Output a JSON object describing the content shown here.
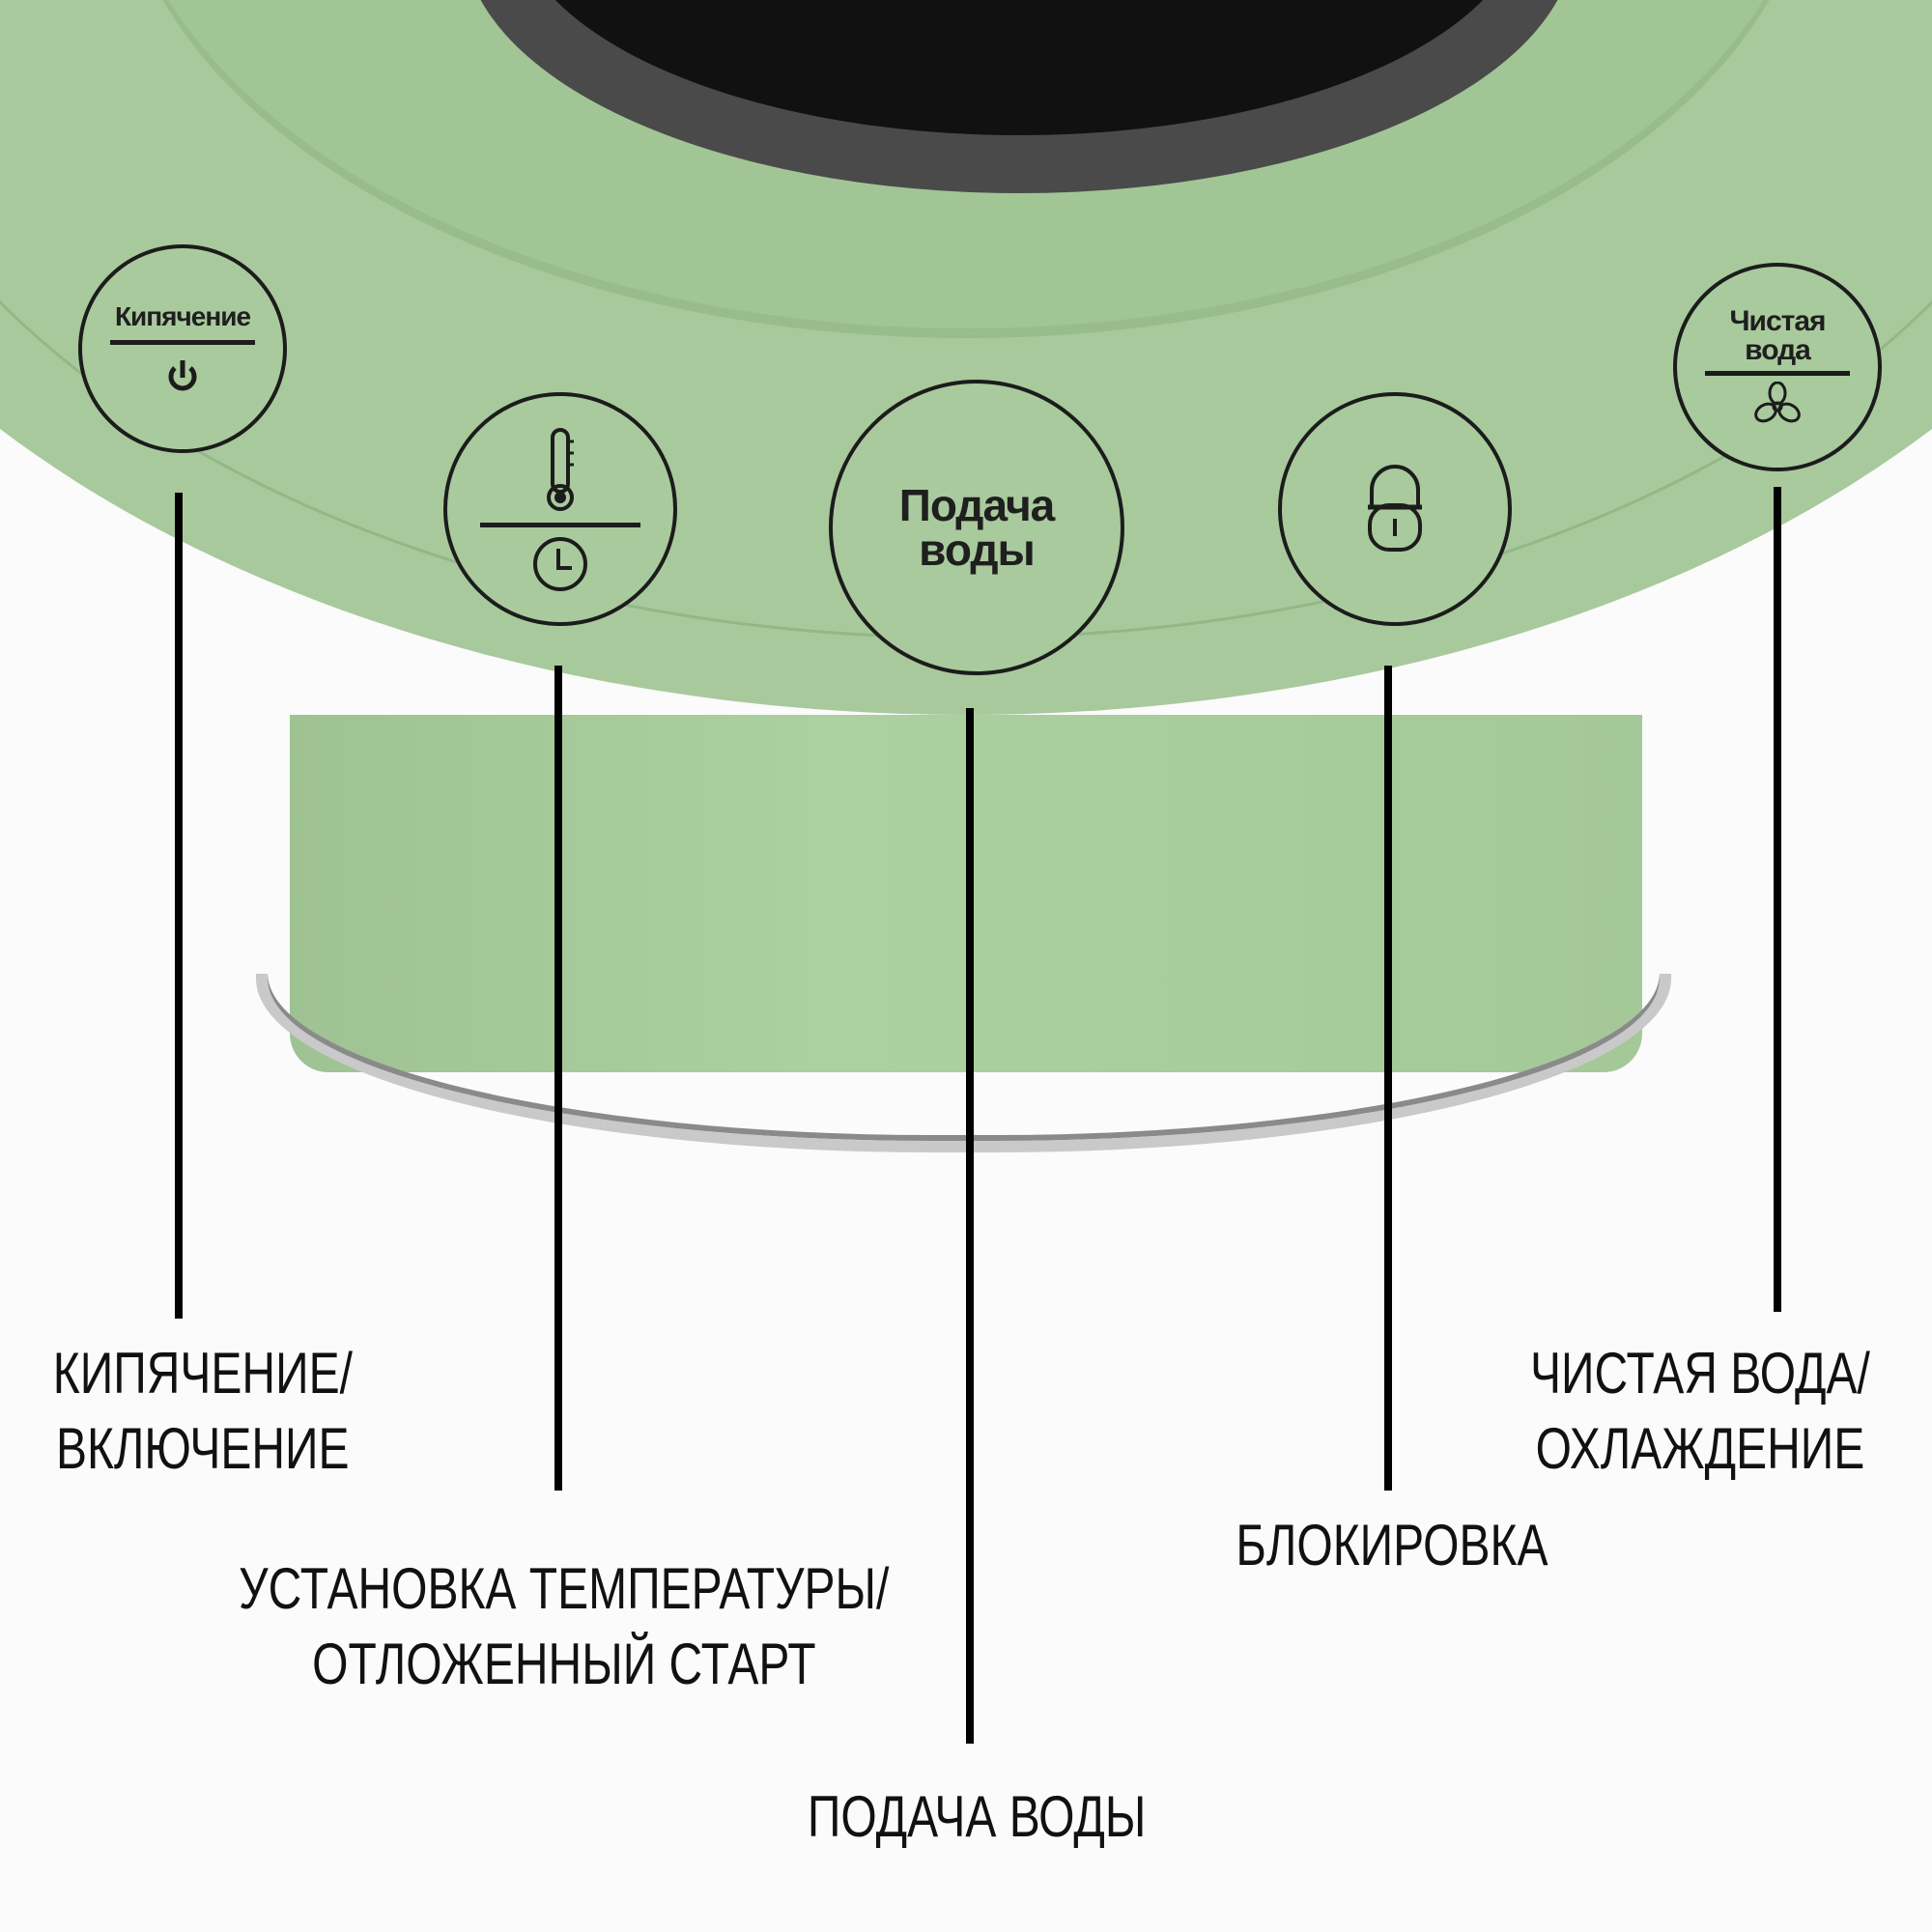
{
  "panel": {
    "buttons": {
      "boil": {
        "text": "Кипячение",
        "icon": "power-icon"
      },
      "temperature": {
        "icon_top": "thermometer-icon",
        "icon_bottom": "clock-icon"
      },
      "water": {
        "line1": "Подача",
        "line2": "воды"
      },
      "lock": {
        "icon": "padlock-icon"
      },
      "clean": {
        "line1": "Чистая",
        "line2": "вода",
        "icon": "fan-icon"
      }
    }
  },
  "labels": {
    "boil": {
      "line1": "КИПЯЧЕНИЕ/",
      "line2": "ВКЛЮЧЕНИЕ"
    },
    "temperature": {
      "line1": "УСТАНОВКА ТЕМПЕРАТУРЫ/",
      "line2": "ОТЛОЖЕННЫЙ СТАРТ"
    },
    "water": {
      "line1": "ПОДАЧА ВОДЫ"
    },
    "lock": {
      "line1": "БЛОКИРОВКА"
    },
    "clean": {
      "line1": "ЧИСТАЯ ВОДА/",
      "line2": "ОХЛАЖДЕНИЕ"
    }
  },
  "colors": {
    "body": "#a8c99c",
    "display": "#111111",
    "line": "#000000"
  }
}
